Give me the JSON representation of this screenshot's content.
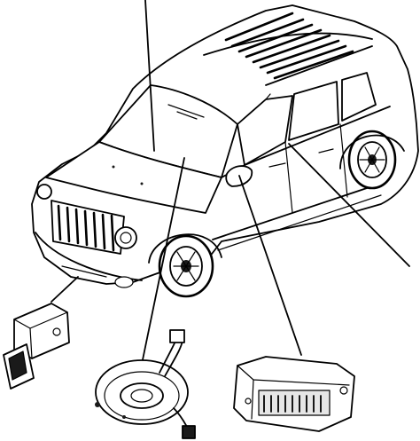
{
  "diagram": {
    "background": "#ffffff",
    "ink": "#000000",
    "components": [
      {
        "name": "vehicle",
        "icon": "suv-line-drawing"
      },
      {
        "name": "front-impact-sensor",
        "icon": "sensor-module"
      },
      {
        "name": "clockspring",
        "icon": "clockspring-coil"
      },
      {
        "name": "airbag-control-module",
        "icon": "control-module-box"
      }
    ],
    "leaders": [
      {
        "name": "windshield-callout"
      },
      {
        "name": "instrument-panel-callout"
      },
      {
        "name": "side-curtain-callout"
      },
      {
        "name": "mirror-to-module-callout"
      }
    ]
  }
}
